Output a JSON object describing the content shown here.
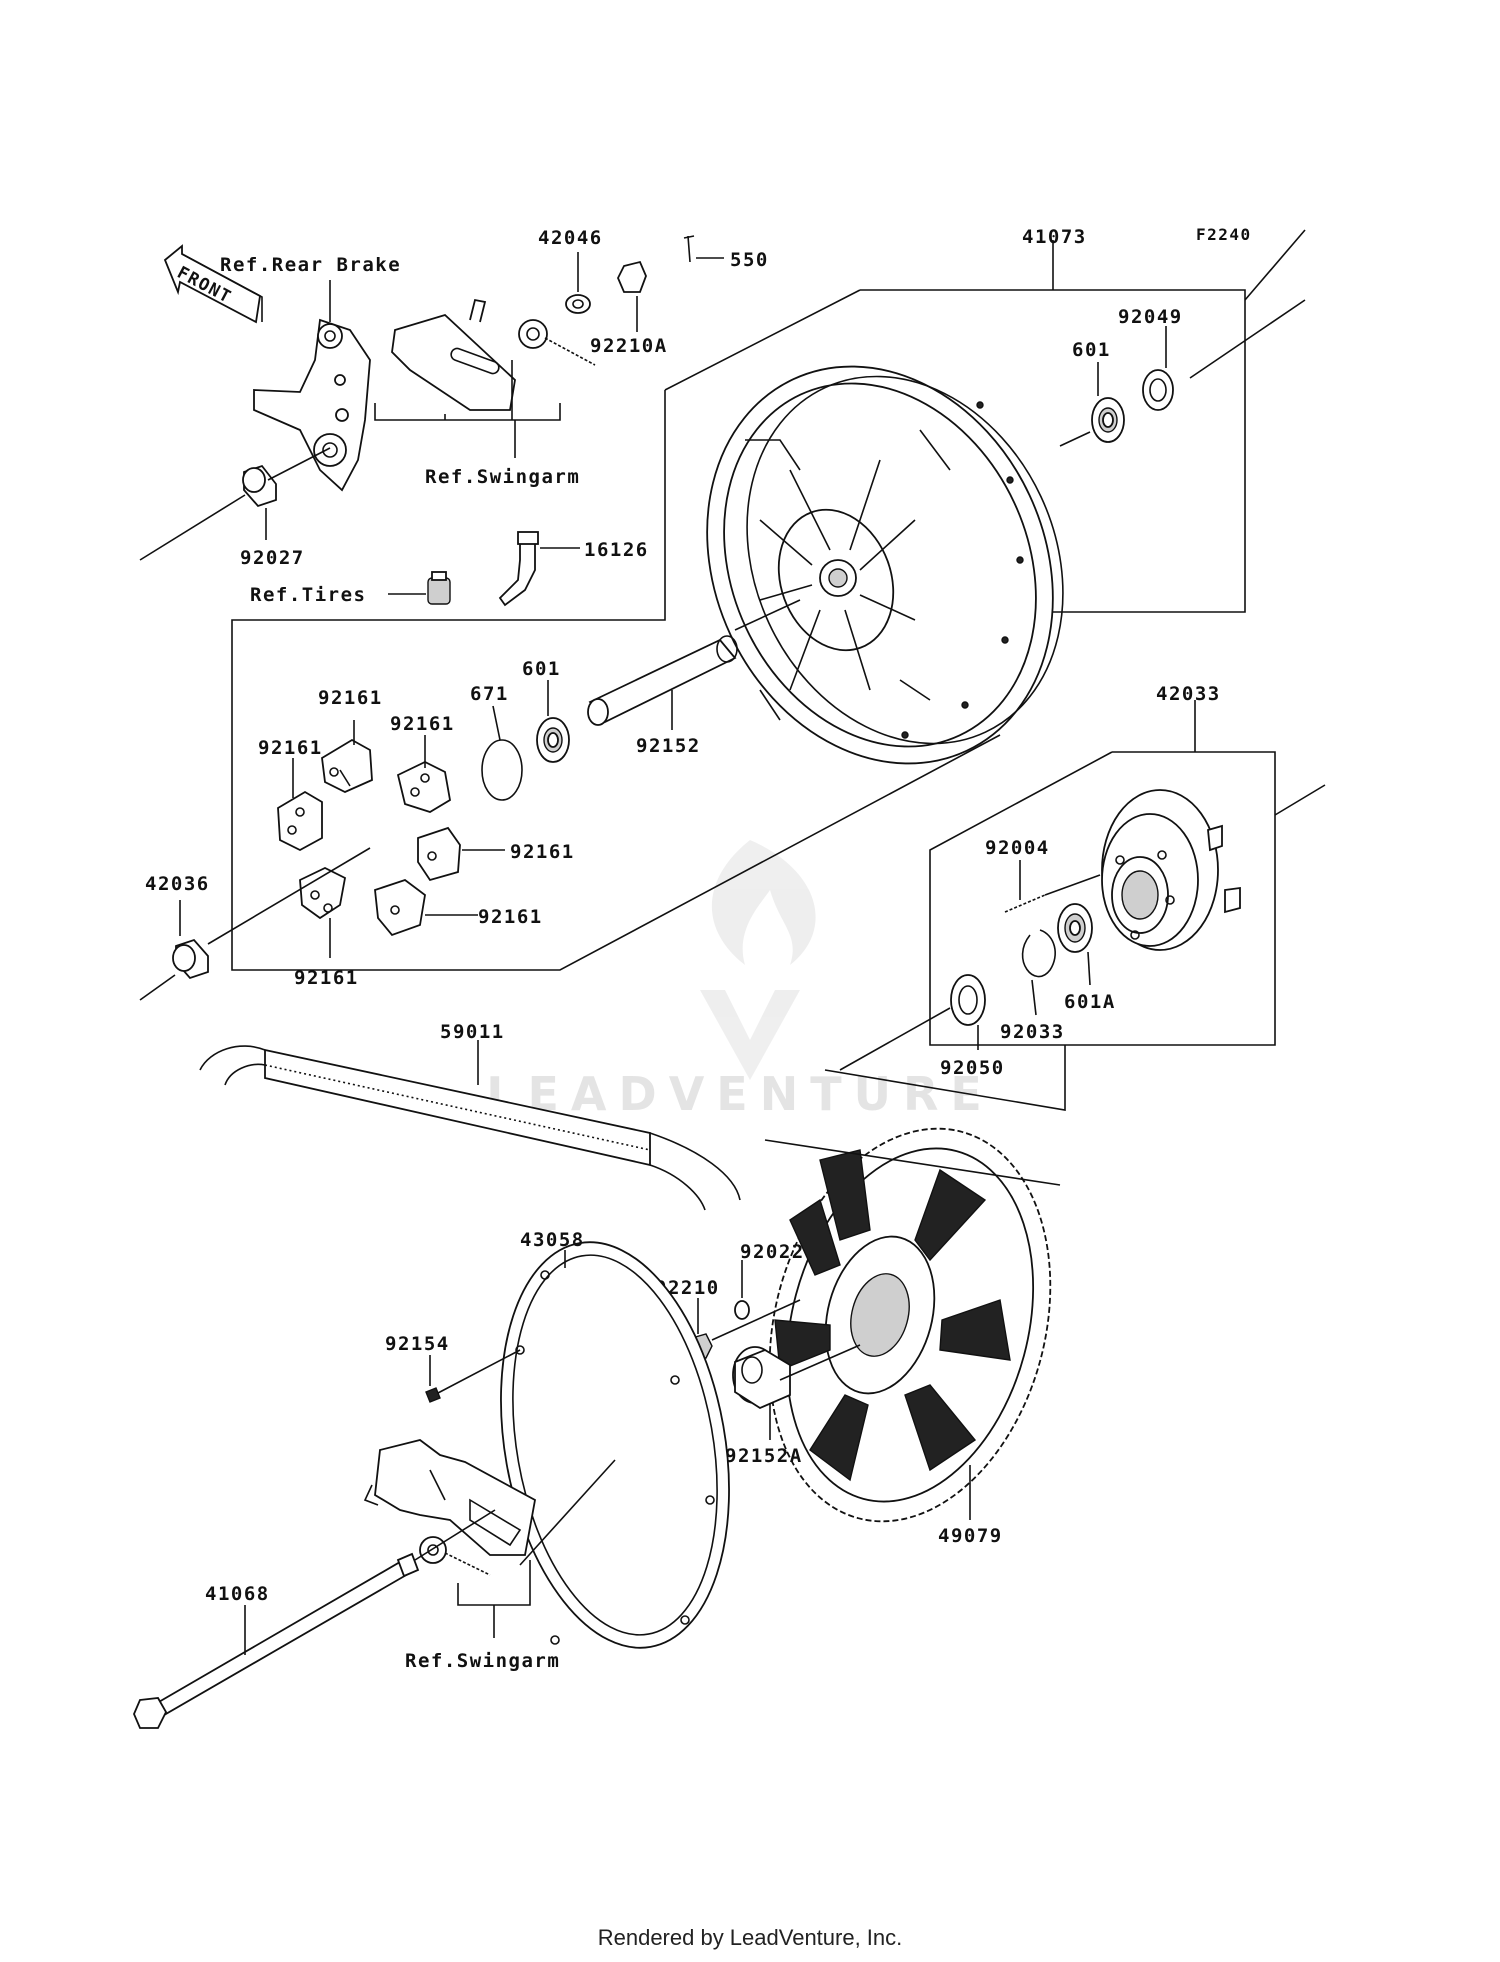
{
  "diagram_code": "F2240",
  "front_indicator": "FRONT",
  "watermark": "LEADVENTURE",
  "footer": "Rendered by LeadVenture, Inc.",
  "refs": {
    "rear_brake": "Ref.Rear Brake",
    "swingarm_top": "Ref.Swingarm",
    "tires": "Ref.Tires",
    "swingarm_bottom": "Ref.Swingarm"
  },
  "parts": {
    "p42046": "42046",
    "p550": "550",
    "p92210A": "92210A",
    "p41073": "41073",
    "p92049": "92049",
    "p601_top": "601",
    "p92027": "92027",
    "p16126": "16126",
    "p671": "671",
    "p601_mid": "601",
    "p92152": "92152",
    "p92161_a": "92161",
    "p92161_b": "92161",
    "p92161_c": "92161",
    "p92161_d": "92161",
    "p92161_e": "92161",
    "p92161_f": "92161",
    "p42033": "42033",
    "p42036": "42036",
    "p92004": "92004",
    "p601A": "601A",
    "p92033": "92033",
    "p92050": "92050",
    "p59011": "59011",
    "p43058": "43058",
    "p92022": "92022",
    "p92210": "92210",
    "p92154": "92154",
    "p92152A": "92152A",
    "p49079": "49079",
    "p41068": "41068"
  }
}
